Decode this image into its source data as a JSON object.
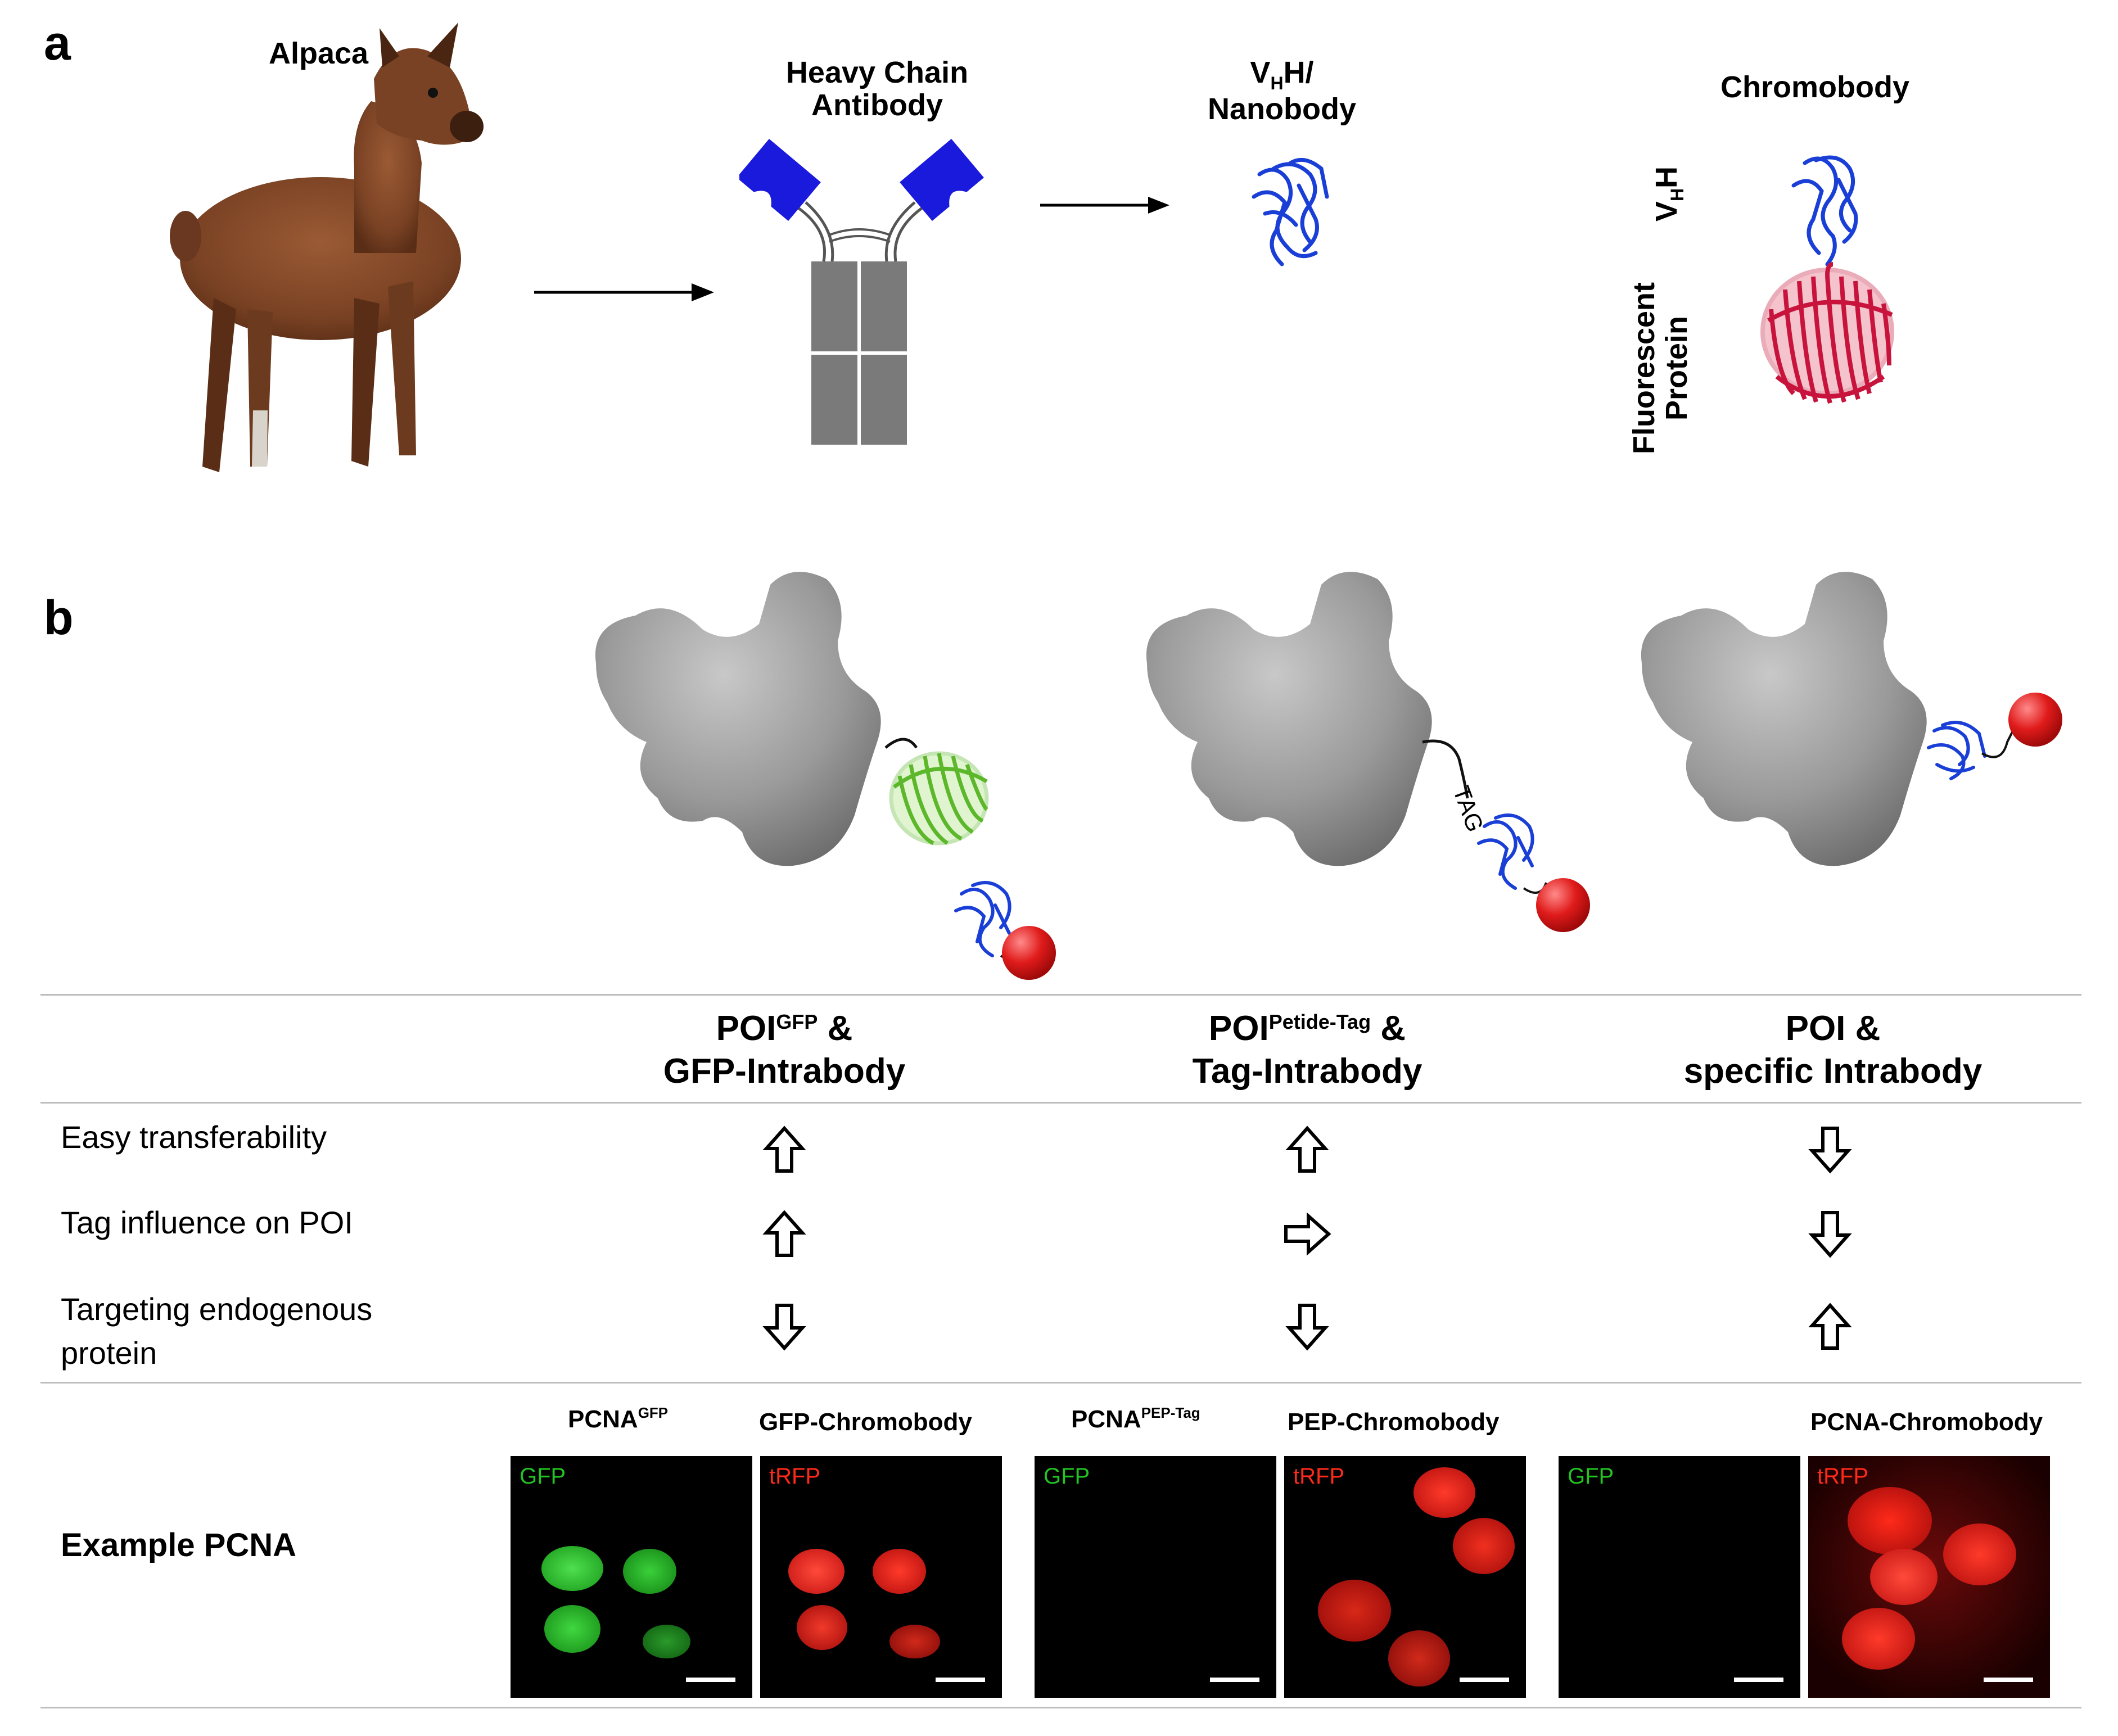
{
  "panels": {
    "a": "a",
    "b": "b"
  },
  "panel_a": {
    "alpaca_label": "Alpaca",
    "hcab_label_line1": "Heavy Chain",
    "hcab_label_line2": "Antibody",
    "vhh_label_line1_main": "V",
    "vhh_label_line1_sub": "H",
    "vhh_label_line1_rest": "H/",
    "vhh_label_line2": "Nanobody",
    "chromobody_label": "Chromobody",
    "side_vhh_main": "V",
    "side_vhh_sub": "H",
    "side_vhh_rest": "H",
    "side_fp_line1": "Fluorescent",
    "side_fp_line2": "Protein"
  },
  "panel_b": {
    "tag_text": "TAG",
    "columns": [
      {
        "line1_main": "POI",
        "line1_sup": "GFP",
        "line1_rest": " &",
        "line2": "GFP-Intrabody"
      },
      {
        "line1_main": "POI",
        "line1_sup": "Petide-Tag",
        "line1_rest": " &",
        "line2": "Tag-Intrabody"
      },
      {
        "line1_main": "POI &",
        "line1_sup": "",
        "line1_rest": "",
        "line2": "specific Intrabody"
      }
    ],
    "rows": [
      {
        "label": "Easy transferability",
        "arrows": [
          "up",
          "up",
          "down"
        ]
      },
      {
        "label": "Tag influence on POI",
        "arrows": [
          "up",
          "right",
          "down"
        ]
      },
      {
        "label_line1": "Targeting endogenous",
        "label_line2": "protein",
        "arrows": [
          "down",
          "down",
          "up"
        ]
      }
    ],
    "example_label": "Example PCNA",
    "image_headers": [
      {
        "main": "PCNA",
        "sup": "GFP"
      },
      {
        "main": "GFP-Chromobody",
        "sup": ""
      },
      {
        "main": "PCNA",
        "sup": "PEP-Tag"
      },
      {
        "main": "PEP-Chromobody",
        "sup": ""
      },
      {
        "main": "PCNA-Chromobody",
        "sup": ""
      }
    ],
    "images": [
      {
        "channel": "GFP",
        "color": "#22c422"
      },
      {
        "channel": "tRFP",
        "color": "#ff2a1a"
      },
      {
        "channel": "GFP",
        "color": "#22c422"
      },
      {
        "channel": "tRFP",
        "color": "#ff2a1a"
      },
      {
        "channel": "GFP",
        "color": "#22c422"
      },
      {
        "channel": "tRFP",
        "color": "#ff2a1a"
      }
    ]
  },
  "colors": {
    "vhh_blue": "#1a3fd6",
    "fp_red": "#c8143c",
    "gfp_green": "#5cb82a",
    "antibody_gray": "#7a7a7a",
    "dye_red": "#d81a1a"
  }
}
